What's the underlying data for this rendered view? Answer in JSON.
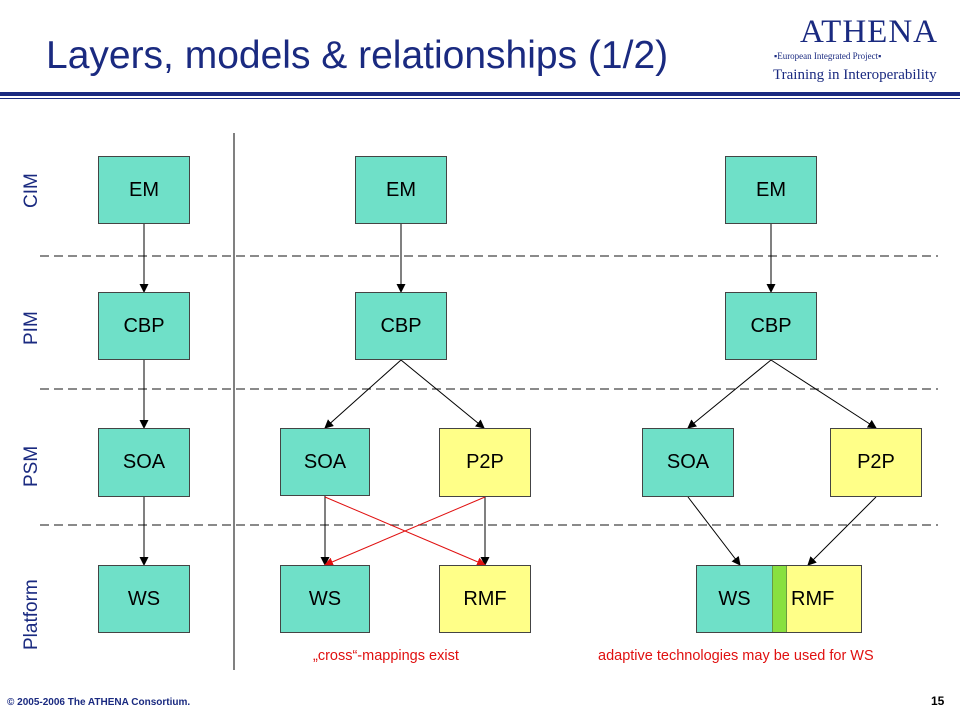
{
  "slide": {
    "title": "Layers, models & relationships (1/2)",
    "copyright": "© 2005-2006 The ATHENA Consortium.",
    "page_number": "15"
  },
  "logo": {
    "name": "ATHENA",
    "subtitle": "▪European Integrated Project▪",
    "tagline": "Training in Interoperability"
  },
  "layers": [
    "CIM",
    "PIM",
    "PSM",
    "Platform"
  ],
  "columns": {
    "col1": {
      "em": "EM",
      "cbp": "CBP",
      "soa": "SOA",
      "ws": "WS"
    },
    "col2": {
      "em": "EM",
      "cbp": "CBP",
      "soa": "SOA",
      "p2p": "P2P",
      "ws": "WS",
      "rmf": "RMF"
    },
    "col3": {
      "em": "EM",
      "cbp": "CBP",
      "soa": "SOA",
      "p2p": "P2P",
      "ws": "WS",
      "rmf": "RMF"
    }
  },
  "captions": {
    "cross": "„cross“-mappings exist",
    "adaptive": "adaptive technologies may be used for WS"
  },
  "colors": {
    "title": "#1a2a80",
    "model_box": "#6fe0c8",
    "alt_box": "#ffff88",
    "adapter": "#88e040",
    "cross_arrow": "#e01010"
  }
}
